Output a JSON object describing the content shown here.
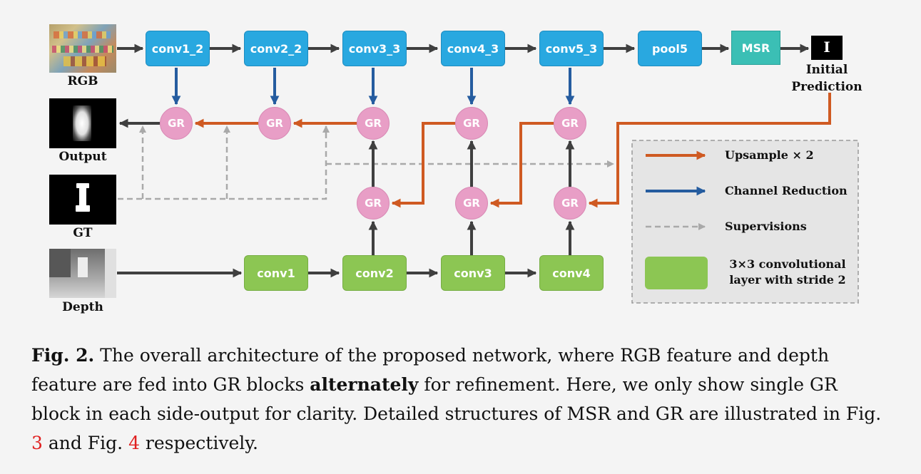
{
  "rgb_stream": {
    "blocks": [
      "conv1_2",
      "conv2_2",
      "conv3_3",
      "conv4_3",
      "conv5_3",
      "pool5"
    ],
    "msr": "MSR"
  },
  "depth_stream": {
    "blocks": [
      "conv1",
      "conv2",
      "conv3",
      "conv4"
    ]
  },
  "gr_label": "GR",
  "images": {
    "rgb": "RGB",
    "output": "Output",
    "gt": "GT",
    "depth": "Depth",
    "initial_prediction_line1": "Initial",
    "initial_prediction_line2": "Prediction",
    "initial_prediction_glyph": "I"
  },
  "legend": {
    "upsample": "Upsample × 2",
    "channel_reduction": "Channel Reduction",
    "supervisions": "Supervisions",
    "conv_line1": "3×3 convolutional",
    "conv_line2": "layer with stride 2"
  },
  "colors": {
    "upsample_arrow": "#cf5a22",
    "channel_reduction_arrow": "#255c9f",
    "supervision_arrow": "#a9a9a9",
    "main_arrow": "#3f3f3f",
    "rgb_block": "#29a8e0",
    "depth_block": "#8cc653",
    "msr_block": "#3bbfb5",
    "gr_block": "#e89ec6"
  },
  "caption": {
    "fig_label": "Fig. 2.",
    "part1": " The overall architecture of the proposed network, where RGB feature and depth feature are fed into GR blocks ",
    "emphasis": "alternately",
    "part2": " for refinement. Here, we only show single GR block in each side-output for clarity. Detailed structures of MSR and GR are illustrated in Fig. ",
    "ref1": "3",
    "part3": " and Fig. ",
    "ref2": "4",
    "part4": " respectively."
  }
}
